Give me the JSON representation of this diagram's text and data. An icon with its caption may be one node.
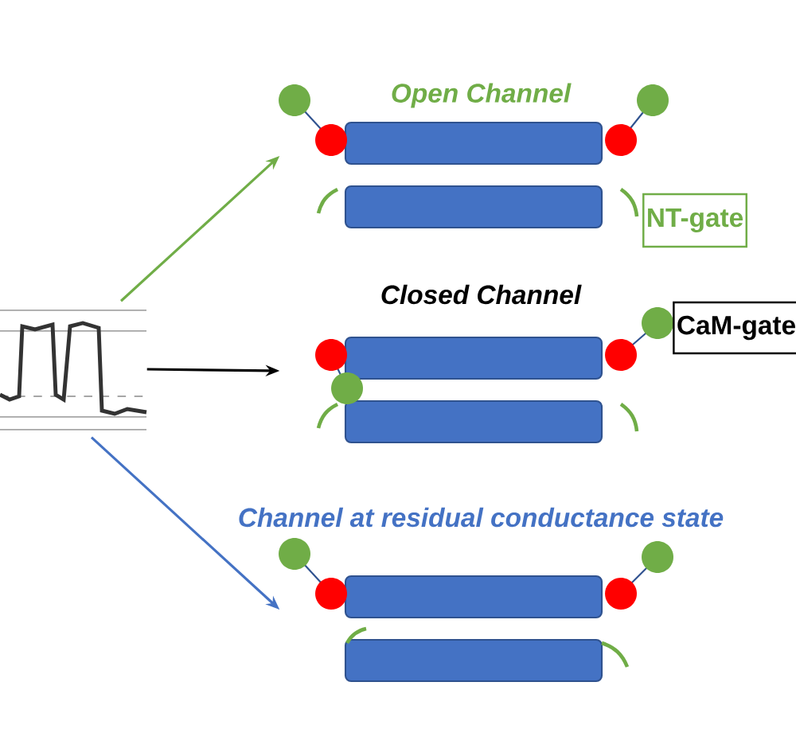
{
  "diagram": {
    "nodes": [
      {
        "text": [],
        "shape": "picture"
      },
      {
        "text": [
          "Open Channel"
        ]
      },
      {
        "text": [
          "Closed Channel"
        ]
      },
      {
        "text": [
          "Channel at residual conductance state"
        ]
      },
      {
        "text": [
          "NT-gate"
        ]
      },
      {
        "text": [
          "CaM-gate"
        ]
      }
    ],
    "edges": [
      {
        "from": 0,
        "to": 1,
        "arrow": "to",
        "color": "#70ad47"
      },
      {
        "from": 0,
        "to": 2,
        "arrow": "to",
        "color": "#000000"
      },
      {
        "from": 0,
        "to": 3,
        "arrow": "to",
        "color": "#4472c4"
      }
    ]
  }
}
